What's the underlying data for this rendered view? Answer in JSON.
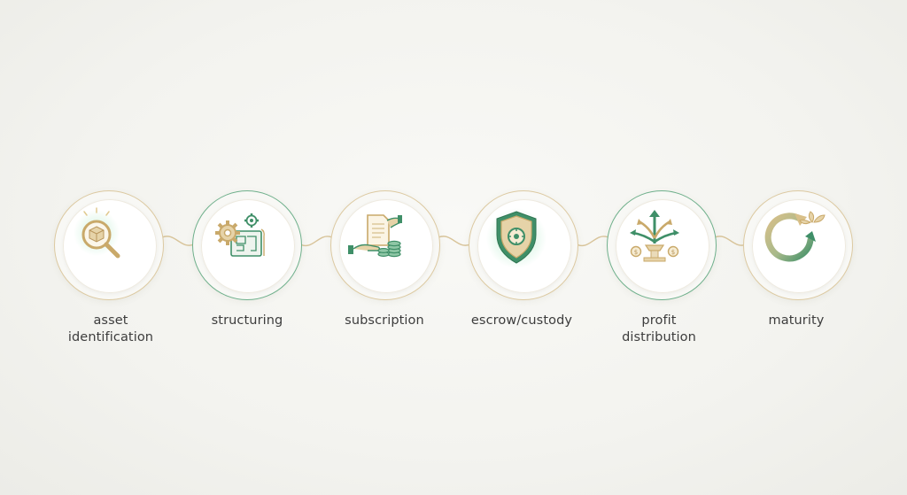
{
  "steps": [
    {
      "id": "asset-identification",
      "label_lines": [
        "asset",
        "identification"
      ],
      "icon": "magnifier-cube-icon"
    },
    {
      "id": "structuring",
      "label_lines": [
        "structuring"
      ],
      "icon": "gears-blueprint-icon"
    },
    {
      "id": "subscription",
      "label_lines": [
        "subscription"
      ],
      "icon": "document-coins-handshake-icon"
    },
    {
      "id": "escrow-custody",
      "label_lines": [
        "escrow/custody"
      ],
      "icon": "shield-vault-icon"
    },
    {
      "id": "profit-distribution",
      "label_lines": [
        "profit",
        "distribution"
      ],
      "icon": "fountain-arrows-icon"
    },
    {
      "id": "maturity",
      "label_lines": [
        "maturity"
      ],
      "icon": "cycle-arrow-leaf-icon"
    }
  ],
  "colors": {
    "gold": "#c9a96a",
    "gold_light": "#e6d3a8",
    "green": "#3f8f68",
    "green_light": "#8fc7a6",
    "ring_gold": "#dcc9a1",
    "ring_green": "#6fb08c",
    "glow": "#c8f0d8",
    "text": "#3d3d3d"
  }
}
